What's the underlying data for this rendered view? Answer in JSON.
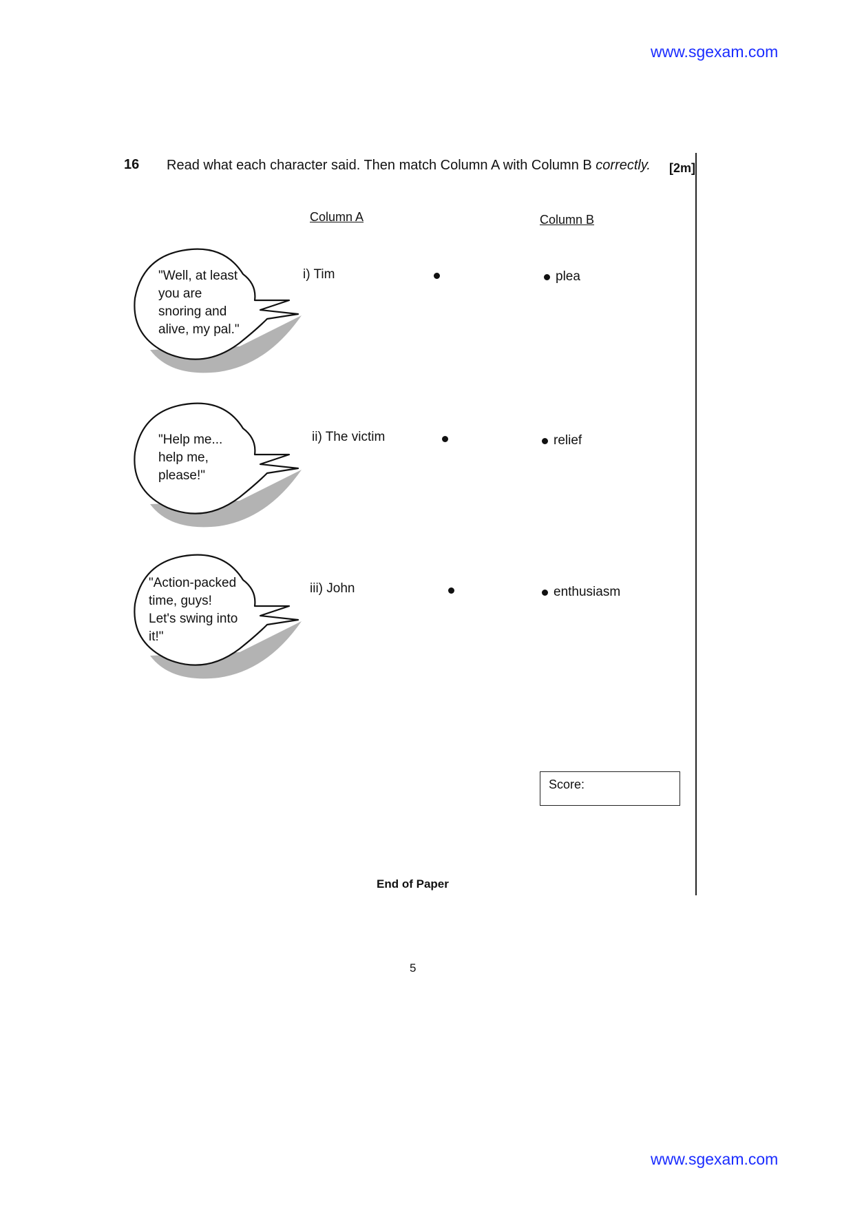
{
  "watermark": {
    "top": "www.sgexam.com",
    "bottom": "www.sgexam.com"
  },
  "question": {
    "number": "16",
    "text_pre": "Read what each character said. Then match Column A with Column B",
    "text_em": "correctly.",
    "marks": "[2m]"
  },
  "column_a": {
    "heading": "Column A",
    "items": [
      "i) Tim",
      "ii) The victim",
      "iii) John"
    ]
  },
  "column_b": {
    "heading": "Column B",
    "items": [
      "plea",
      "relief",
      "enthusiasm"
    ]
  },
  "bubbles": [
    "\"Well, at least\nyou are\nsnoring and\nalive, my pal.\"",
    "\"Help me...\nhelp me,\nplease!\"",
    "\"Action-packed\ntime, guys!\nLet's swing into\nit!\""
  ],
  "score": {
    "label": "Score:"
  },
  "footer": {
    "end_text": "End of Paper",
    "page_number": "5"
  }
}
